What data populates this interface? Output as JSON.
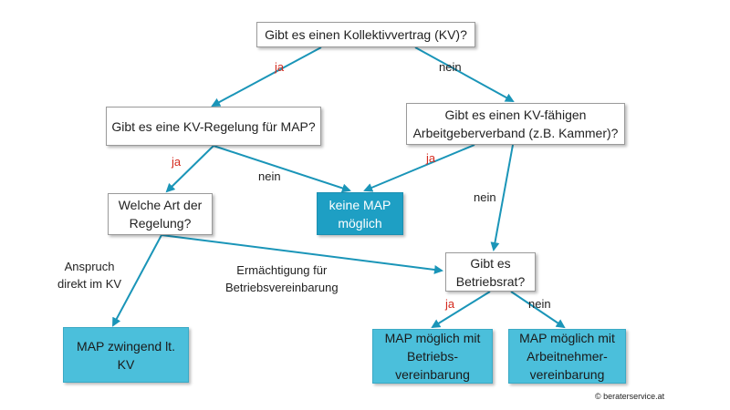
{
  "colors": {
    "arrow": "#1a95b8",
    "node_border": "#9a9a9a",
    "node_fill_dark": "#1e9fc4",
    "node_fill_light": "#4bbfdb",
    "ja_label": "#d42a1e"
  },
  "nodes": {
    "kv_question": "Gibt es einen Kollektivvertrag (KV)?",
    "kv_rule_question": "Gibt es eine KV-Regelung für MAP?",
    "employer_association_question": "Gibt es einen KV-fähigen\nArbeitgeberverband (z.B. Kammer)?",
    "rule_type_question": "Welche Art der\nRegelung?",
    "no_map": "keine MAP\nmöglich",
    "works_council_question": "Gibt es\nBetriebsrat?",
    "map_mandatory": "MAP zwingend lt.\nKV",
    "map_works_agreement": "MAP möglich mit\nBetriebs-\nvereinbarung",
    "map_employee_agreement": "MAP möglich mit\nArbeitnehmer-\nvereinbarung"
  },
  "edge_labels": {
    "kv_yes": "ja",
    "kv_no": "nein",
    "rule_yes": "ja",
    "rule_no": "nein",
    "assoc_yes": "ja",
    "assoc_no": "nein",
    "direct_claim": "Anspruch\ndirekt im KV",
    "authorization": "Ermächtigung für\nBetriebsvereinbarung",
    "council_yes": "ja",
    "council_no": "nein"
  },
  "copyright": "© beraterservice.at"
}
